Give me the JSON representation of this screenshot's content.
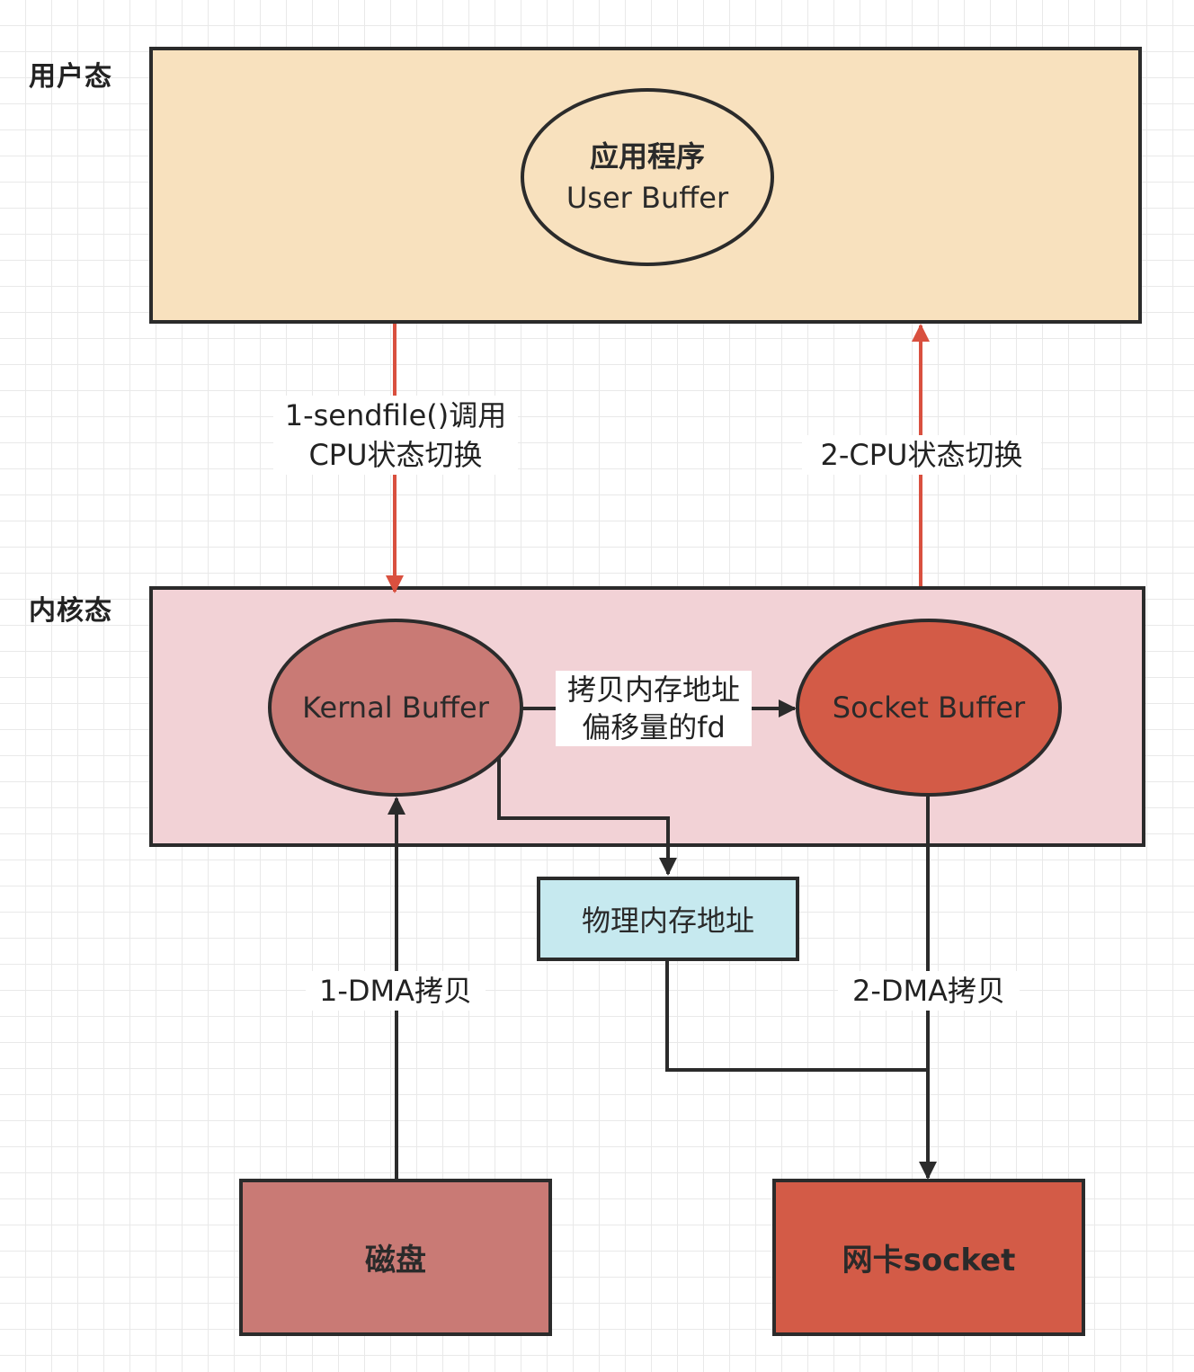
{
  "zones": {
    "user_mode": "用户态",
    "kernel_mode": "内核态"
  },
  "nodes": {
    "app": {
      "line1": "应用程序",
      "line2": "User Buffer"
    },
    "kernel_buffer": "Kernal Buffer",
    "socket_buffer": "Socket Buffer",
    "physical_memory": "物理内存地址",
    "disk": "磁盘",
    "nic": "网卡socket"
  },
  "edges": {
    "sendfile": {
      "line1": "1-sendfile()调用",
      "line2": "CPU状态切换"
    },
    "cpu_switch_2": "2-CPU状态切换",
    "copy_fd": {
      "line1": "拷贝内存地址",
      "line2": "偏移量的fd"
    },
    "dma_1": "1-DMA拷贝",
    "dma_2": "2-DMA拷贝"
  },
  "colors": {
    "user_zone": "#f8e1be",
    "kernel_zone": "#f2d2d6",
    "kernel_buffer": "#c97a75",
    "socket_buffer": "#d35b47",
    "physical_memory": "#c6e9ef",
    "disk": "#c97a75",
    "nic": "#d35b47",
    "red_arrow": "#d9503f",
    "dark_arrow": "#2b2b2b"
  }
}
